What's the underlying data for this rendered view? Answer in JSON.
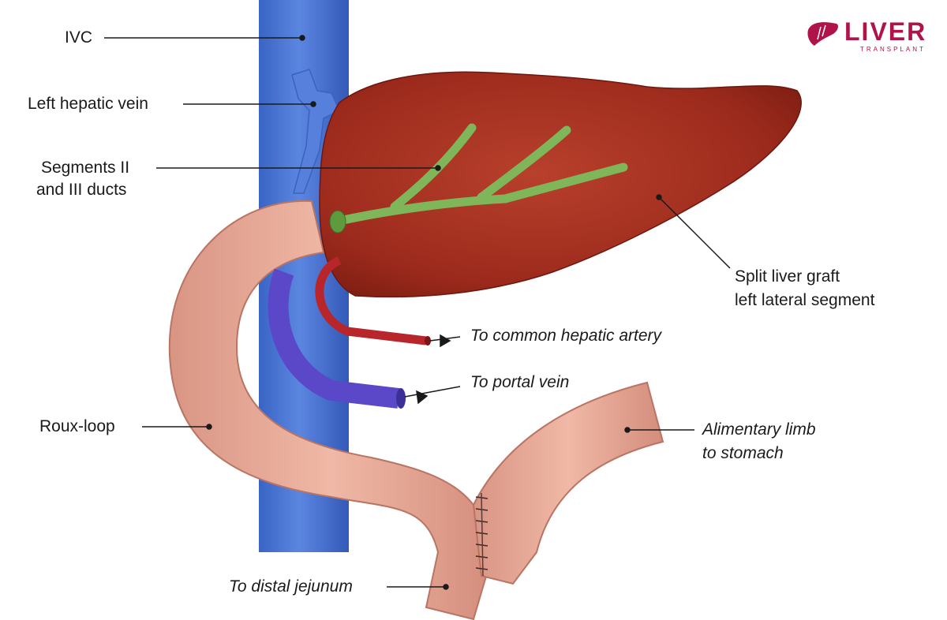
{
  "logo": {
    "word": "LIVER",
    "sub": "TRANSPLANT",
    "color": "#b0124a"
  },
  "labels": {
    "ivc": "IVC",
    "left_hepatic_vein": "Left hepatic vein",
    "segments_line1": "Segments II",
    "segments_line2": "and III ducts",
    "split_line1": "Split liver graft",
    "split_line2": "left lateral segment",
    "hepatic_artery": "To common hepatic artery",
    "portal_vein": "To portal vein",
    "roux_loop": "Roux-loop",
    "alimentary_line1": "Alimentary limb",
    "alimentary_line2": "to stomach",
    "distal_jejunum": "To distal jejunum"
  },
  "colors": {
    "ivc": "#4a77d6",
    "liver": "#a8301f",
    "duct": "#7fb65a",
    "artery": "#b8262c",
    "portal": "#5a48c8",
    "bowel": "#e6a897"
  }
}
